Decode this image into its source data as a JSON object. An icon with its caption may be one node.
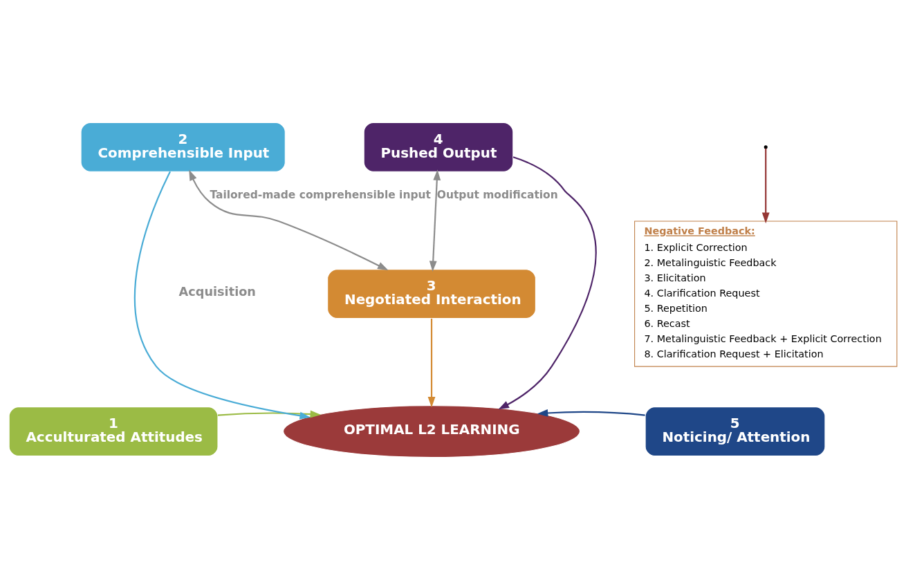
{
  "diagram": {
    "nodes": [
      {
        "text": [
          "1",
          "Acculturated Attitudes"
        ]
      },
      {
        "text": [
          "2",
          "Comprehensible Input"
        ]
      },
      {
        "text": [
          "3",
          "Negotiated Interaction"
        ]
      },
      {
        "text": [
          "4",
          "Pushed Output"
        ]
      },
      {
        "text": [
          "5",
          "Noticing/ Attention"
        ]
      },
      {
        "text": [
          "OPTIMAL L2 LEARNING"
        ]
      },
      {
        "text": [
          "Negative Feedback:",
          "1. Explicit Correction",
          "2. Metalinguistic Feedback",
          "3. Elicitation",
          "4. Clarification Request",
          "5. Repetition",
          "6. Recast",
          "7. Metalinguistic Feedback + Explicit Correction",
          "8. Clarification Request + Elicitation"
        ]
      }
    ],
    "edges": [
      {
        "from": 0,
        "to": 5,
        "arrow": "to",
        "color": "#9bbb45"
      },
      {
        "from": 1,
        "to": 5,
        "arrow": "to",
        "color": "#4aacd6"
      },
      {
        "from": 2,
        "to": 5,
        "arrow": "to",
        "color": "#d38a33"
      },
      {
        "from": 3,
        "to": 5,
        "arrow": "to",
        "color": "#4e2468"
      },
      {
        "from": 4,
        "to": 5,
        "arrow": "to",
        "color": "#1f4788"
      },
      {
        "from": 1,
        "to": 2,
        "arrow": "both",
        "label": "Tailored-made comprehensible input"
      },
      {
        "from": 2,
        "to": 3,
        "arrow": "both",
        "label": "Output modification"
      },
      {
        "from": null,
        "to": 6,
        "arrow": "to",
        "color": "#953735"
      }
    ],
    "labels": [
      "Acquisition"
    ]
  }
}
